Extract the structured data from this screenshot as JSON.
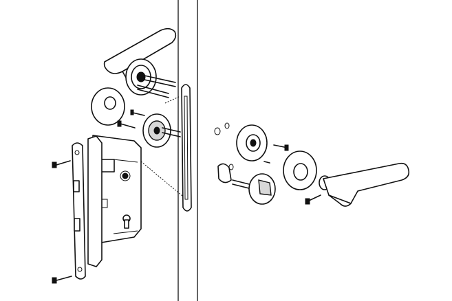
{
  "colors": {
    "line": "#111111",
    "background": "#ffffff",
    "shade": "#d8d8d8"
  },
  "parts": [
    "door-leaf",
    "lever-handle-left",
    "rose-plate-left",
    "escutcheon-ring-left",
    "spindle-rose-left",
    "mortise-lock-body",
    "forend-plate",
    "strike-plate",
    "wood-screw",
    "thumbturn-rose-right",
    "rose-cover-right",
    "thumbturn",
    "lever-handle-right",
    "grub-screw"
  ]
}
